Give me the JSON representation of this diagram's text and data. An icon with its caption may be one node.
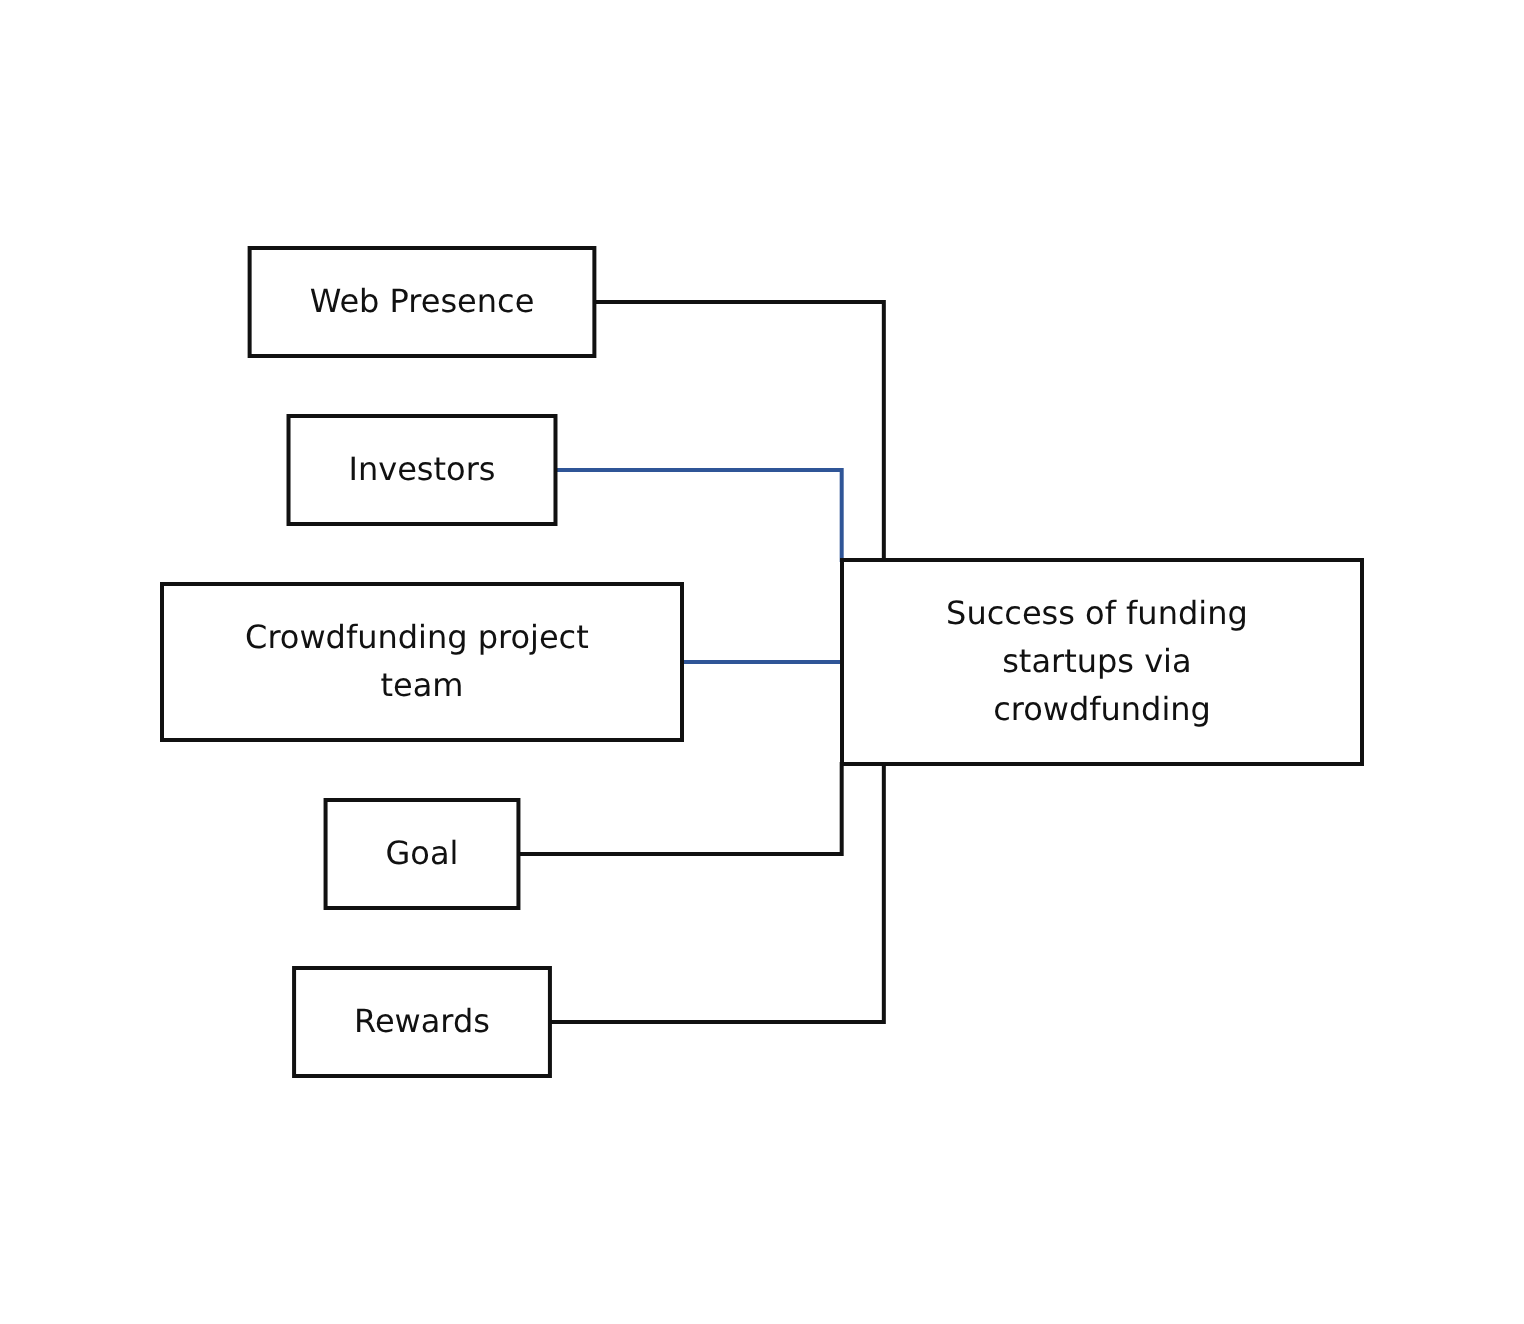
{
  "diagram": {
    "nodes": [
      {
        "text": [
          "Web Presence"
        ]
      },
      {
        "text": [
          "Investors"
        ]
      },
      {
        "text": [
          "Crowdfunding project team"
        ]
      },
      {
        "text": [
          "Goal"
        ]
      },
      {
        "text": [
          "Rewards"
        ]
      },
      {
        "text": [
          "Success of funding startups via crowdfunding"
        ]
      }
    ],
    "edges": [
      {
        "from": 0,
        "to": 5,
        "arrow": "none"
      },
      {
        "from": 1,
        "to": 5,
        "arrow": "none",
        "color": "#2f5597"
      },
      {
        "from": 2,
        "to": 5,
        "arrow": "none",
        "color": "#2f5597"
      },
      {
        "from": 3,
        "to": 5,
        "arrow": "none"
      },
      {
        "from": 4,
        "to": 5,
        "arrow": "none"
      }
    ]
  }
}
